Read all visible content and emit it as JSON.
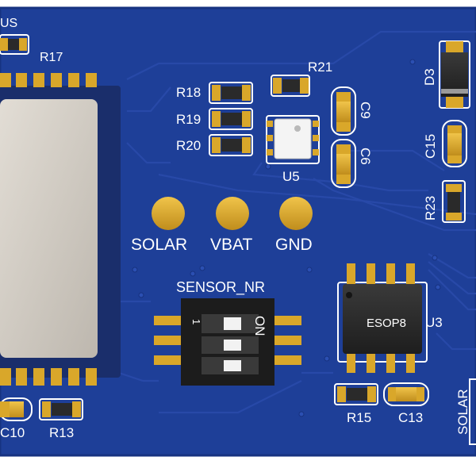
{
  "colors": {
    "board": "#1e3f98",
    "board_edge": "#173381",
    "trace": "#2849a8",
    "silk": "#ffffff",
    "gold": "#d9a72a",
    "component_black": "#2a2a2a",
    "module_shield": "#cdc8c0"
  },
  "labels": {
    "us": "US",
    "r17": "R17",
    "r18": "R18",
    "r19": "R19",
    "r20": "R20",
    "r21": "R21",
    "c9": "C9",
    "c6": "C6",
    "u5": "U5",
    "d3": "D3",
    "c15": "C15",
    "r23": "R23",
    "solar": "SOLAR",
    "vbat": "VBAT",
    "gnd": "GND",
    "sensor_nr": "SENSOR_NR",
    "switch_on": "ON",
    "switch_1": "1",
    "esop8": "ESOP8",
    "u3": "U3",
    "r15": "R15",
    "c13": "C13",
    "c10": "C10",
    "r13": "R13",
    "solar_edge": "SOLAR"
  }
}
